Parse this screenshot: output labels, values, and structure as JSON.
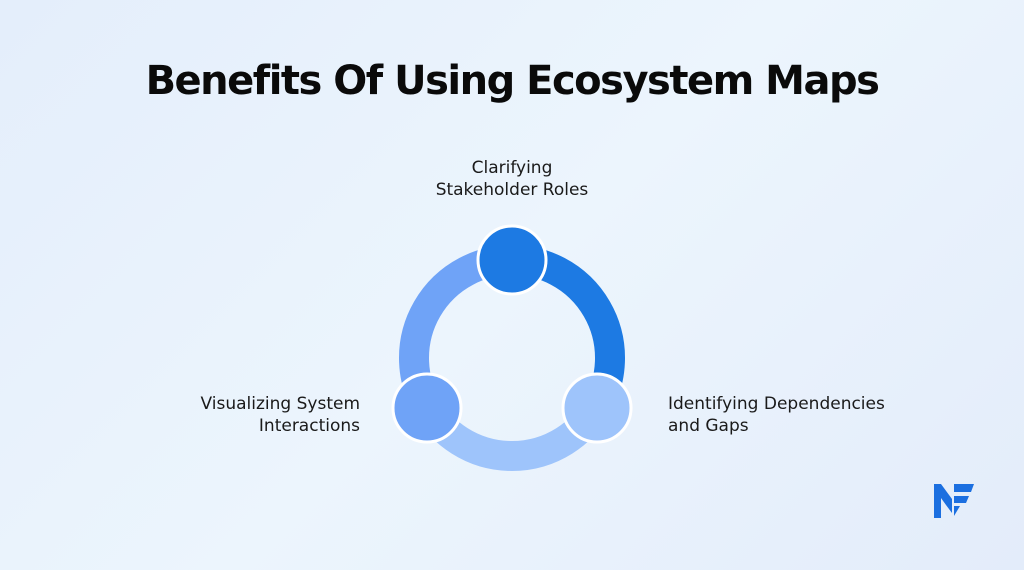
{
  "title": "Benefits Of Using Ecosystem Maps",
  "nodes": [
    {
      "id": "top",
      "label_lines": [
        "Clarifying",
        "Stakeholder Roles"
      ],
      "color": "#1d7ae3"
    },
    {
      "id": "right",
      "label_lines": [
        "Identifying Dependencies",
        "and Gaps"
      ],
      "color": "#9ec4fb"
    },
    {
      "id": "left",
      "label_lines": [
        "Visualizing System",
        "Interactions"
      ],
      "color": "#6fa3f7"
    }
  ],
  "arcs": [
    {
      "from": "top",
      "to": "right",
      "color": "#1d7ae3"
    },
    {
      "from": "right",
      "to": "left",
      "color": "#9ec4fb"
    },
    {
      "from": "left",
      "to": "top",
      "color": "#6fa3f7"
    }
  ],
  "logo": {
    "icon": "logo-icon",
    "color": "#1b6fe0"
  }
}
